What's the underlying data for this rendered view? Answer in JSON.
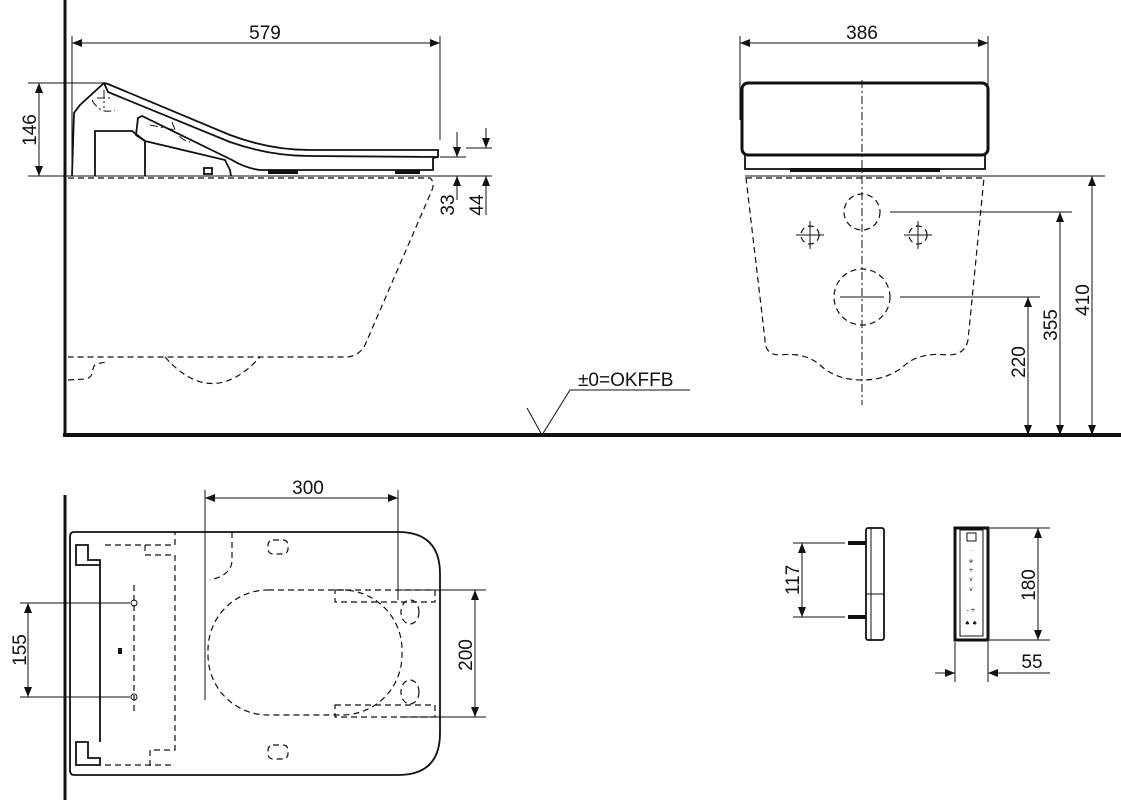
{
  "side_view": {
    "width": "579",
    "lid_height": "146",
    "seat_height_1": "33",
    "seat_height_2": "44"
  },
  "front_view": {
    "width": "386",
    "height_total": "410",
    "height_inlet": "355",
    "height_outlet": "220",
    "floor_reference": "±0=OKFFB"
  },
  "plan_view": {
    "fixing_distance": "300",
    "mount_spacing": "155",
    "opening_length": "200"
  },
  "remote_bracket": {
    "pin_spacing": "117"
  },
  "remote_control": {
    "height": "180",
    "depth": "55"
  }
}
